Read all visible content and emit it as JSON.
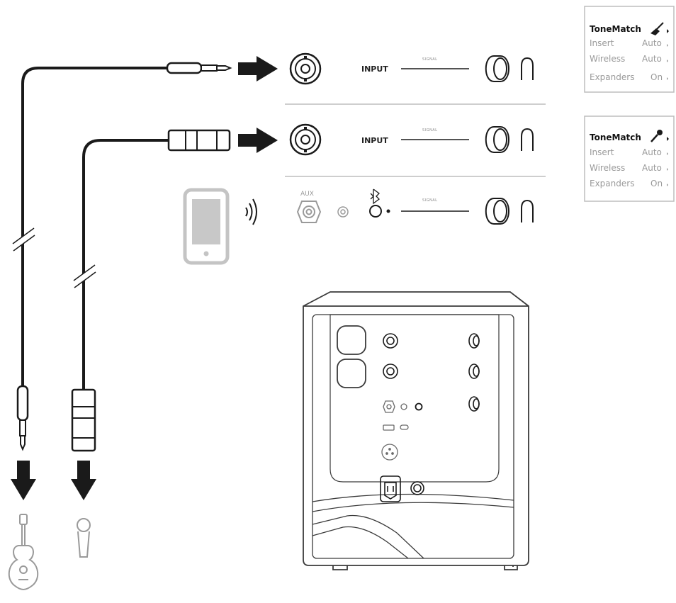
{
  "channel_1": {
    "input_label": "INPUT",
    "signal_label": "SIGNAL",
    "menu": {
      "title": "ToneMatch",
      "rows": [
        {
          "label": "Insert",
          "value": "Auto"
        },
        {
          "label": "Wireless",
          "value": "Auto"
        },
        {
          "label": "Expanders",
          "value": "On"
        }
      ]
    }
  },
  "channel_2": {
    "input_label": "INPUT",
    "signal_label": "SIGNAL",
    "menu": {
      "title": "ToneMatch",
      "rows": [
        {
          "label": "Insert",
          "value": "Auto"
        },
        {
          "label": "Wireless",
          "value": "Auto"
        },
        {
          "label": "Expanders",
          "value": "On"
        }
      ]
    }
  },
  "channel_3": {
    "aux_label": "AUX",
    "signal_label": "SIGNAL"
  },
  "colors": {
    "ink": "#1a1a1a",
    "grey": "#9a9a9a",
    "light_grey": "#bdbdbd"
  }
}
